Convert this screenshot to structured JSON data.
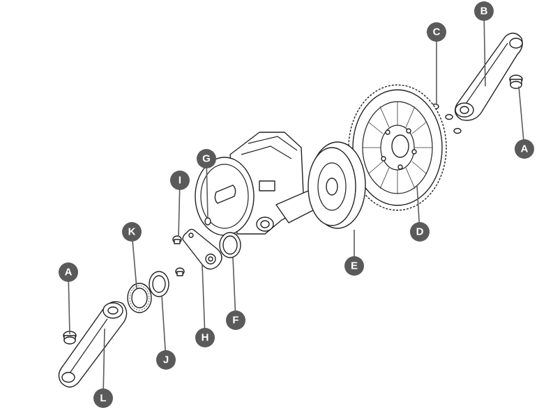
{
  "labels": [
    {
      "id": "a-right",
      "text": "A"
    },
    {
      "id": "a-left",
      "text": "A"
    },
    {
      "id": "b",
      "text": "B"
    },
    {
      "id": "c",
      "text": "C"
    },
    {
      "id": "d",
      "text": "D"
    },
    {
      "id": "e",
      "text": "E"
    },
    {
      "id": "f",
      "text": "F"
    },
    {
      "id": "g",
      "text": "G"
    },
    {
      "id": "h",
      "text": "H"
    },
    {
      "id": "i",
      "text": "I"
    },
    {
      "id": "j",
      "text": "J"
    },
    {
      "id": "k",
      "text": "K"
    },
    {
      "id": "l",
      "text": "L"
    }
  ],
  "colors": {
    "badge": "#5a5a5a",
    "line": "#222222",
    "background": "#ffffff"
  }
}
